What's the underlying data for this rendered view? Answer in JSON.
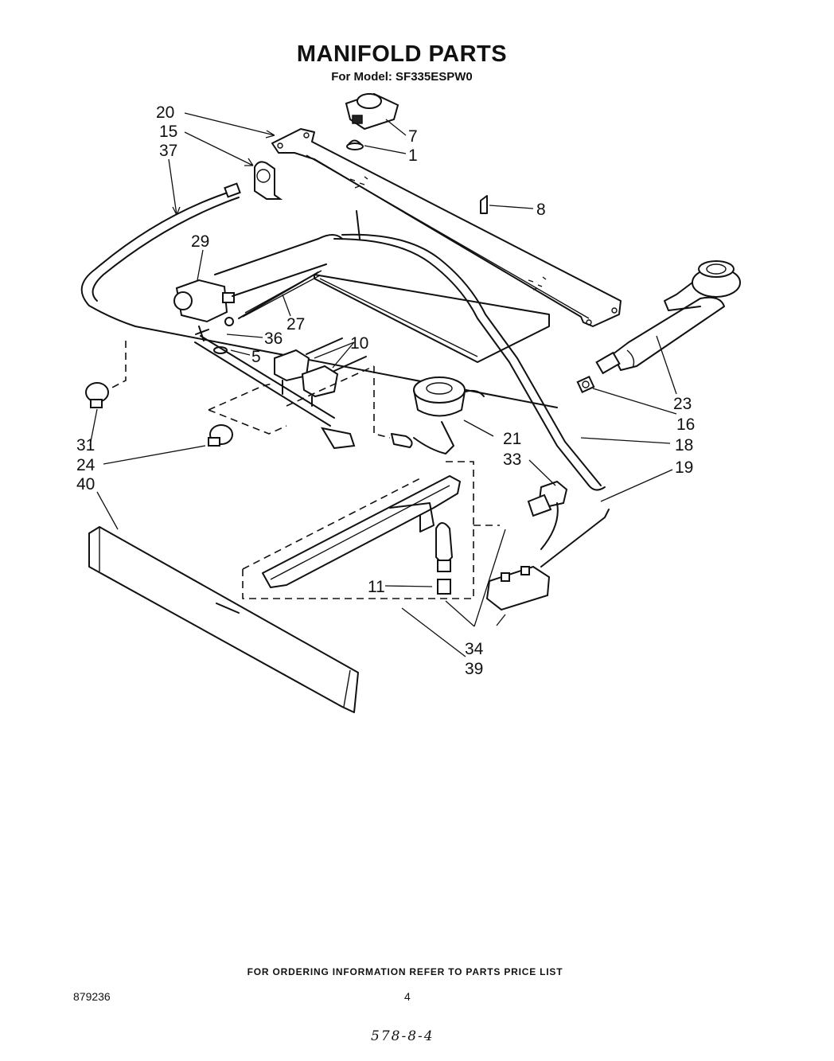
{
  "header": {
    "title": "MANIFOLD PARTS",
    "model_line": "For Model: SF335ESPW0"
  },
  "callouts": [
    "20",
    "15",
    "37",
    "7",
    "1",
    "8",
    "29",
    "27",
    "36",
    "10",
    "5",
    "23",
    "16",
    "21",
    "18",
    "31",
    "24",
    "33",
    "19",
    "40",
    "11",
    "34",
    "39"
  ],
  "footer": {
    "ordering_note": "FOR ORDERING INFORMATION REFER TO PARTS PRICE LIST",
    "doc_number": "879236",
    "page_number": "4",
    "handwritten_note": "578-8-4"
  }
}
